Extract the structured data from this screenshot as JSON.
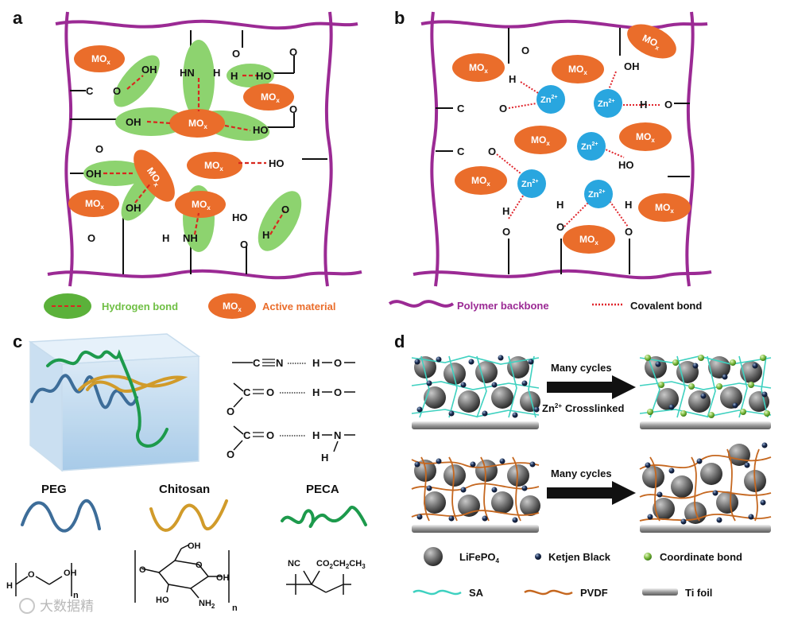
{
  "panels": {
    "a": "a",
    "b": "b",
    "c": "c",
    "d": "d"
  },
  "panel_a": {
    "mo": "MO",
    "sub": "x",
    "oh": "OH",
    "ho": "HO",
    "co": "C",
    "o": "O",
    "h": "H",
    "hn": "HN",
    "n": "N",
    "nh": "NH",
    "dash": "—"
  },
  "panel_b": {
    "zn": "Zn",
    "zn_charge": "2+",
    "mo": "MO",
    "sub": "x"
  },
  "legend_ab": {
    "hydrogen_bond": "Hydrogen bond",
    "active_material": "Active material",
    "polymer_backbone": "Polymer backbone",
    "covalent_bond": "Covalent bond"
  },
  "panel_c": {
    "peg": "PEG",
    "chitosan": "Chitosan",
    "peca": "PECA",
    "nc": "NC",
    "co2": "CO",
    "co2_rest": "CH",
    "oh": "OH",
    "ho": "HO",
    "nh2": "NH",
    "n_sub": "n",
    "h": "H",
    "o": "O",
    "c": "C",
    "n": "N"
  },
  "colors": {
    "backbone": "#9b2a94",
    "mo": "#ea6d2b",
    "hbond": "#8dd36f",
    "hbond_line": "#d8281f",
    "zn": "#29a6df",
    "cov": "#e0262d",
    "green_text": "#6fbf44",
    "orange_text": "#ea6d2b",
    "peg": "#3d6d99",
    "chitosan": "#d19b2a",
    "peca": "#1d9a4c",
    "sa": "#3ed1c0",
    "pvdf": "#c5671f"
  },
  "panel_d": {
    "many_cycles_1": "Many cycles",
    "zn_crosslinked": "Zn",
    "zn_crosslinked_rest": "Crosslinked",
    "many_cycles_2": "Many cycles",
    "lifepo4": "LiFePO",
    "ketjen": "Ketjen Black",
    "coord": "Coordinate bond",
    "sa": "SA",
    "pvdf": "PVDF",
    "ti": "Ti foil"
  },
  "watermark": "大数据精"
}
